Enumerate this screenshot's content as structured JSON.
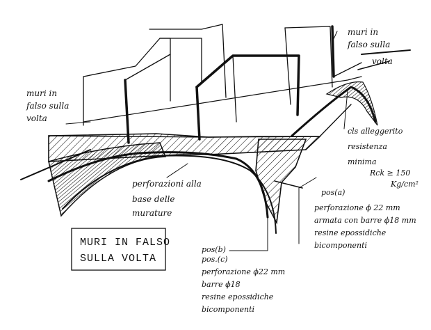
{
  "title_box": {
    "line1": "MURI IN FALSO",
    "line2": "SULLA VOLTA"
  },
  "labels": {
    "left_walls": [
      "muri in",
      "falso sulla",
      "volta"
    ],
    "right_walls": [
      "muri in",
      "falso sulla",
      "volta"
    ],
    "cls": [
      "cls alleggerito",
      "resistenza",
      "minima",
      "Rck ≥ 150",
      "Kg/cm²"
    ],
    "perforations": [
      "perforazioni alla",
      "base delle",
      "murature"
    ],
    "pos_a": [
      "pos(a)",
      "perforazione ϕ 22 mm",
      "armata con barre ϕ18 mm",
      "resine epossidiche",
      "bicomponenti"
    ],
    "pos_b": [
      "pos(b)",
      "pos.(c)",
      "perforazione ϕ22 mm",
      "barre ϕ18",
      "resine epossidiche",
      "bicomponenti"
    ]
  }
}
